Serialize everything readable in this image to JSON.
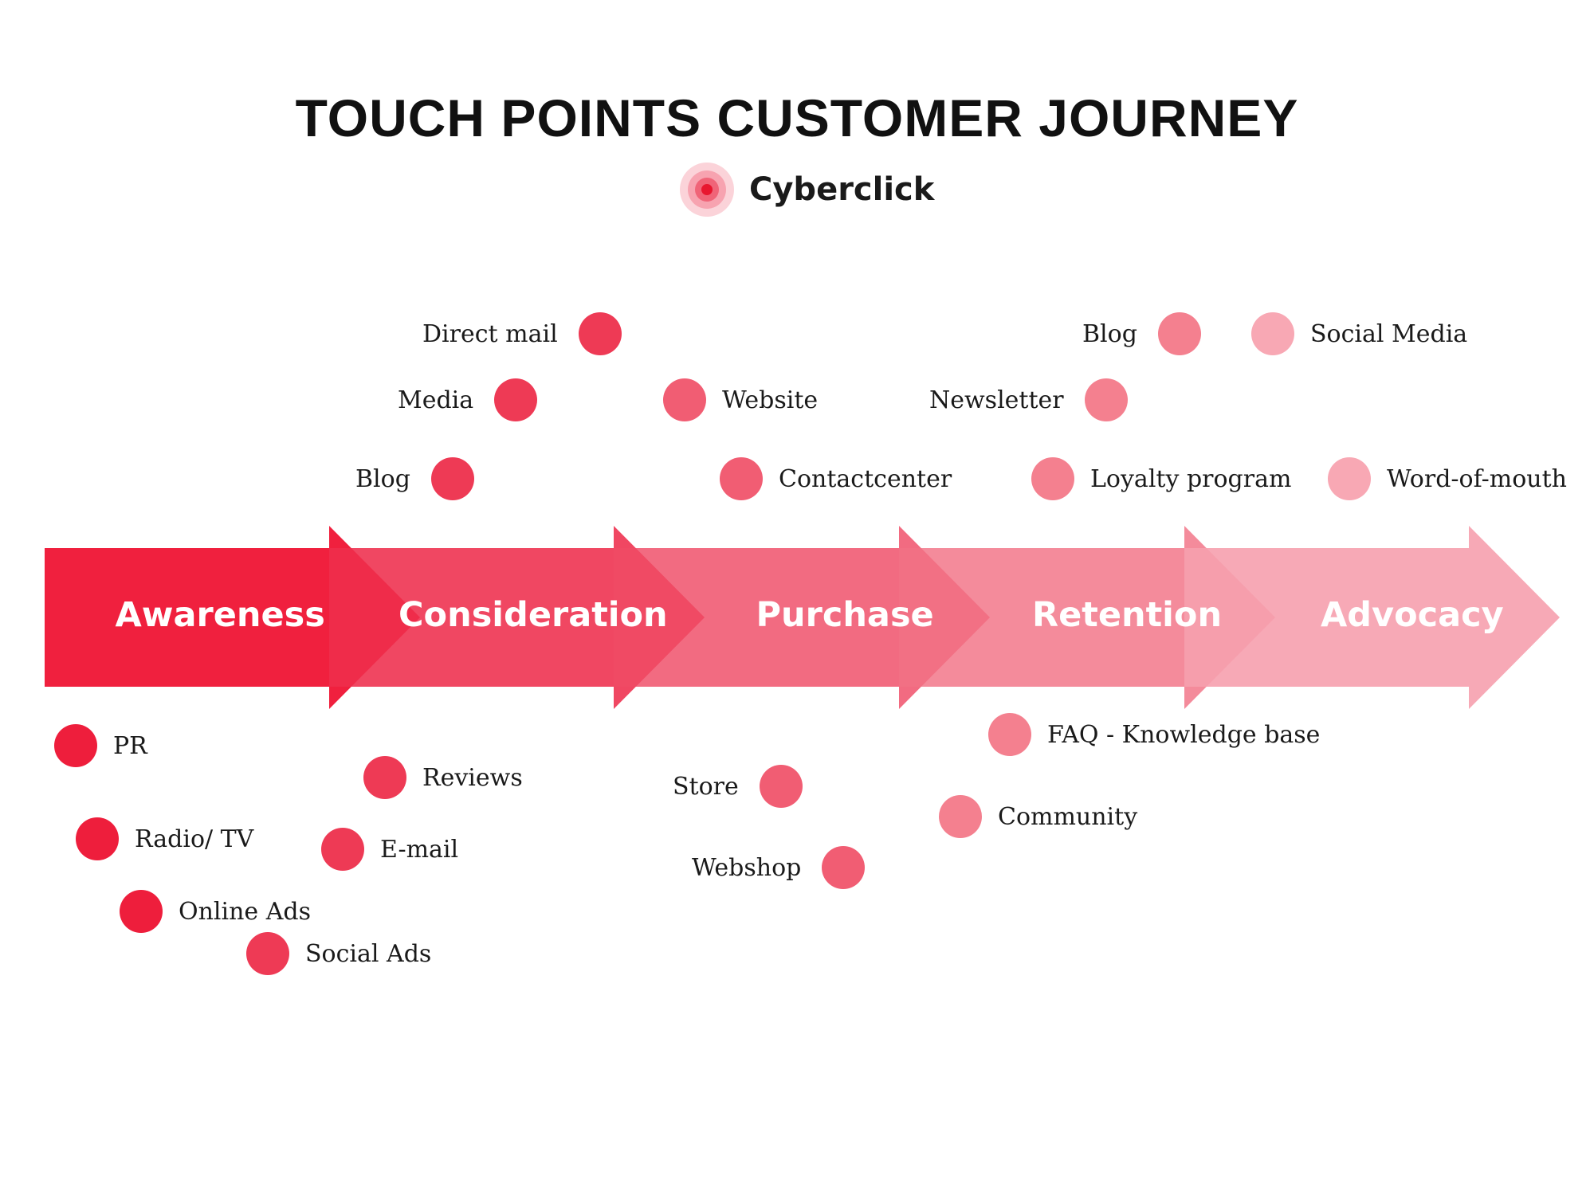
{
  "title": "TOUCH POINTS CUSTOMER JOURNEY",
  "brand": {
    "name": "Cyberclick",
    "logo_icon": "concentric-target-icon",
    "logo_colors": [
      "#fbd3d9",
      "#f7a3b0",
      "#f06478",
      "#e8162f"
    ]
  },
  "stages": [
    {
      "label": "Awareness",
      "color": "#f0203e",
      "opacity": 1.0
    },
    {
      "label": "Consideration",
      "color": "#ee2d4c",
      "opacity": 0.88
    },
    {
      "label": "Purchase",
      "color": "#ef4b65",
      "opacity": 0.82
    },
    {
      "label": "Retention",
      "color": "#f27185",
      "opacity": 0.82
    },
    {
      "label": "Advocacy",
      "color": "#f6a0ae",
      "opacity": 0.9
    }
  ],
  "touchpoints": [
    {
      "label": "PR",
      "stage": "Awareness",
      "color": "#ee1e3c"
    },
    {
      "label": "Radio/ TV",
      "stage": "Awareness",
      "color": "#ee1e3c"
    },
    {
      "label": "Online Ads",
      "stage": "Awareness",
      "color": "#ee1e3c"
    },
    {
      "label": "Social Ads",
      "stage": "Consideration",
      "color": "#ee3a55"
    },
    {
      "label": "Direct mail",
      "stage": "Consideration",
      "color": "#ee3a55"
    },
    {
      "label": "Media",
      "stage": "Consideration",
      "color": "#ee3a55"
    },
    {
      "label": "Blog",
      "stage": "Consideration",
      "color": "#ee3a55"
    },
    {
      "label": "Reviews",
      "stage": "Consideration",
      "color": "#ee3a55"
    },
    {
      "label": "E-mail",
      "stage": "Consideration",
      "color": "#ee3a55"
    },
    {
      "label": "Website",
      "stage": "Purchase",
      "color": "#f15d73"
    },
    {
      "label": "Contactcenter",
      "stage": "Purchase",
      "color": "#f15d73"
    },
    {
      "label": "Store",
      "stage": "Purchase",
      "color": "#f15d73"
    },
    {
      "label": "Webshop",
      "stage": "Purchase",
      "color": "#f15d73"
    },
    {
      "label": "Blog",
      "stage": "Retention",
      "color": "#f4808f"
    },
    {
      "label": "Newsletter",
      "stage": "Retention",
      "color": "#f4808f"
    },
    {
      "label": "Loyalty program",
      "stage": "Retention",
      "color": "#f4808f"
    },
    {
      "label": "FAQ - Knowledge base",
      "stage": "Retention",
      "color": "#f4808f"
    },
    {
      "label": "Community",
      "stage": "Retention",
      "color": "#f4808f"
    },
    {
      "label": "Social Media",
      "stage": "Advocacy",
      "color": "#f8a8b4"
    },
    {
      "label": "Word-of-mouth",
      "stage": "Advocacy",
      "color": "#f8a8b4"
    }
  ]
}
